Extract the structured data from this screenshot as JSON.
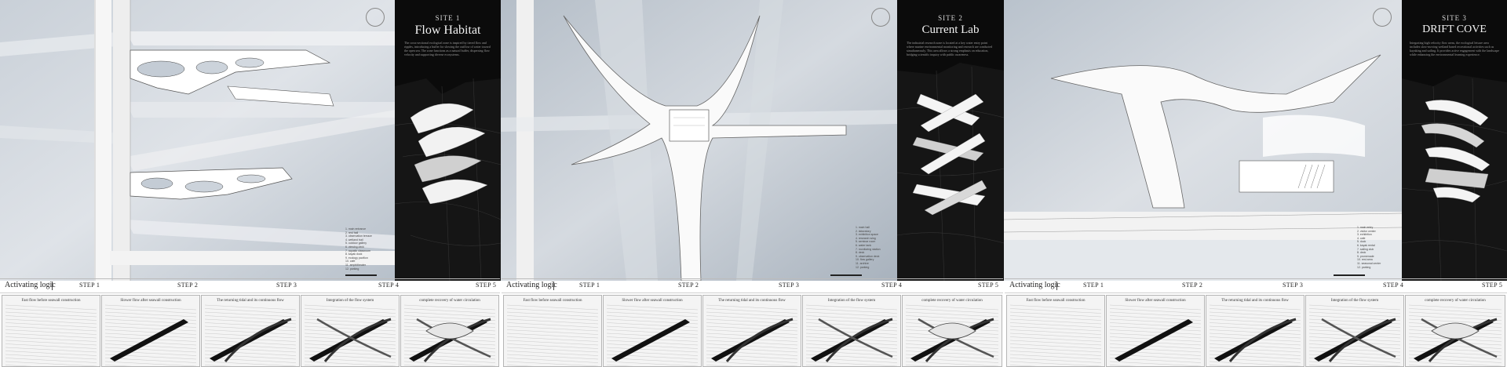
{
  "sites": [
    {
      "label": "SITE 1",
      "title": "Flow Habitat",
      "description": "The cross-sectional ecological zone is inspired by tiered flow and ripples, introducing a buffer for slowing the outflow of water toward the open sea. The zone functions as a natural buffer, dispersing flow velocity and supporting diverse ecosystems."
    },
    {
      "label": "SITE 2",
      "title": "Current Lab",
      "description": "The industrial research zone is located at a key water entry point where marine environmental monitoring and research are conducted simultaneously. This area allows a strong emphasis on education, bridging scientific inquiry with public awareness."
    },
    {
      "label": "SITE 3",
      "title": "DRIFT COVE",
      "description": "Integrating high velocity flow areas, the ecological leisure area includes slow-moving wetland based recreational activities such as kayaking and sailing. It provides active engagement with the landscape while enhancing the environmental learning experience."
    }
  ],
  "activating_logic": [
    {
      "label": "Activating logic",
      "steps": [
        "STEP 1",
        "STEP 2",
        "STEP 3",
        "STEP 4",
        "STEP 5"
      ],
      "captions": [
        "Fast flow before seawall construction",
        "Slower flow after seawall construction",
        "The returning tidal and its continuous flow",
        "Integration of the flow system",
        "complete recovery of water circulation"
      ]
    },
    {
      "label": "Activating logic",
      "steps": [
        "STEP 1",
        "STEP 2",
        "STEP 3",
        "STEP 4",
        "STEP 5"
      ],
      "captions": [
        "Fast flow before seawall construction",
        "Slower flow after seawall construction",
        "The returning tidal and its continuous flow",
        "Integration of the flow system",
        "complete recovery of water circulation"
      ]
    },
    {
      "label": "Activating logic",
      "steps": [
        "STEP 1",
        "STEP 2",
        "STEP 3",
        "STEP 4",
        "STEP 5"
      ],
      "captions": [
        "Fast flow before seawall construction",
        "Slower flow after seawall construction",
        "The returning tidal and its continuous flow",
        "Integration of the flow system",
        "complete recovery of water circulation"
      ]
    }
  ],
  "legends": [
    [
      "1. main entrance",
      "2. rest hall",
      "3. observation terrace",
      "4. wetland trail",
      "5. outdoor gallery",
      "6. viewing deck",
      "7. aquatic classroom",
      "8. kayak dock",
      "9. ecology pavilion",
      "10. cafe",
      "11. amphitheater",
      "12. parking"
    ],
    [
      "1. main hall",
      "2. laboratory",
      "3. exhibition space",
      "4. research wing",
      "5. seminar room",
      "6. water tank",
      "7. monitoring station",
      "8. deck",
      "9. observation deck",
      "10. flow gallery",
      "11. archive",
      "12. parking"
    ],
    [
      "1. main entry",
      "2. visitor center",
      "3. exhibition",
      "4. cafe",
      "5. dock",
      "6. kayak rental",
      "7. sailing club",
      "8. deck",
      "9. promenade",
      "10. rest area",
      "11. seasonal center",
      "12. parking"
    ]
  ],
  "colors": {
    "panel": "#0b0b0b",
    "water": "#a9b3c0",
    "ground": "#eef0f2",
    "ink": "#1a1a1a"
  }
}
